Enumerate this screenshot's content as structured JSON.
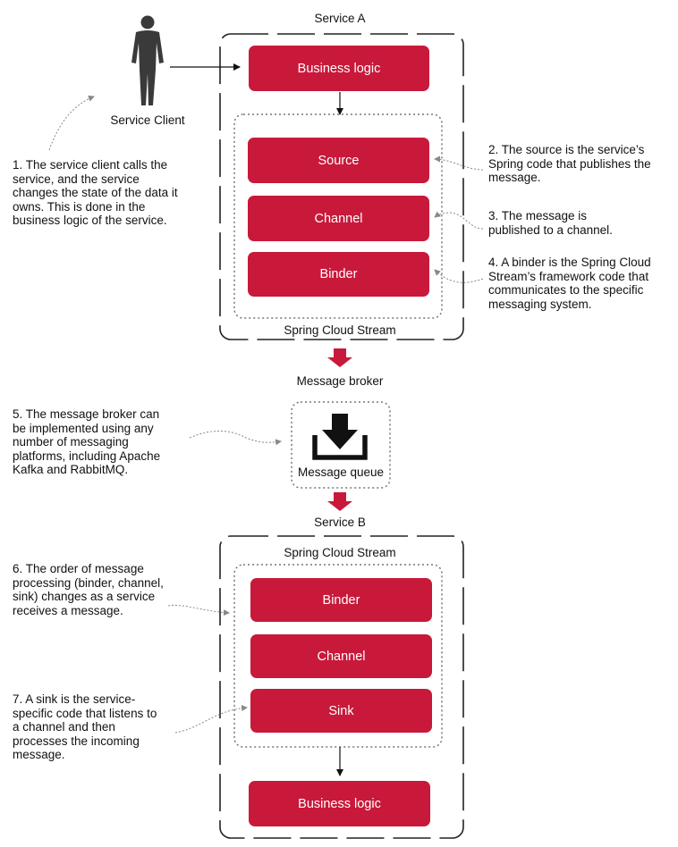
{
  "colors": {
    "accent": "#c8193a",
    "dotted_border": "#777777",
    "dashed_border": "#222222"
  },
  "service_client": {
    "label": "Service Client",
    "icon": "person-icon"
  },
  "service_a": {
    "title": "Service A",
    "business_logic": "Business logic",
    "source": "Source",
    "channel": "Channel",
    "binder": "Binder",
    "footer": "Spring Cloud Stream"
  },
  "message_broker": {
    "label": "Message broker",
    "queue_label": "Message queue",
    "icon": "download-tray-icon"
  },
  "service_b": {
    "title": "Service B",
    "header": "Spring Cloud Stream",
    "binder": "Binder",
    "channel": "Channel",
    "sink": "Sink",
    "business_logic": "Business logic"
  },
  "notes": {
    "n1": [
      "1. The service client calls the",
      "service, and the service",
      "changes the state of the data it",
      "owns. This is done in the",
      "business logic of the service."
    ],
    "n2": [
      "2. The source is the service’s",
      "Spring code that publishes the",
      "message."
    ],
    "n3": [
      "3. The message is",
      "published to a channel."
    ],
    "n4": [
      "4. A binder is the Spring Cloud",
      "Stream’s framework code that",
      "communicates to the specific",
      "messaging system."
    ],
    "n5": [
      "5. The message broker can",
      "be implemented using any",
      "number of messaging",
      "platforms, including Apache",
      "Kafka and RabbitMQ."
    ],
    "n6": [
      "6. The order of message",
      "processing (binder, channel,",
      "sink) changes as a service",
      "receives a message."
    ],
    "n7": [
      "7. A sink is the service-",
      "specific code that listens to",
      "a channel and then",
      "processes the incoming",
      "message."
    ]
  }
}
